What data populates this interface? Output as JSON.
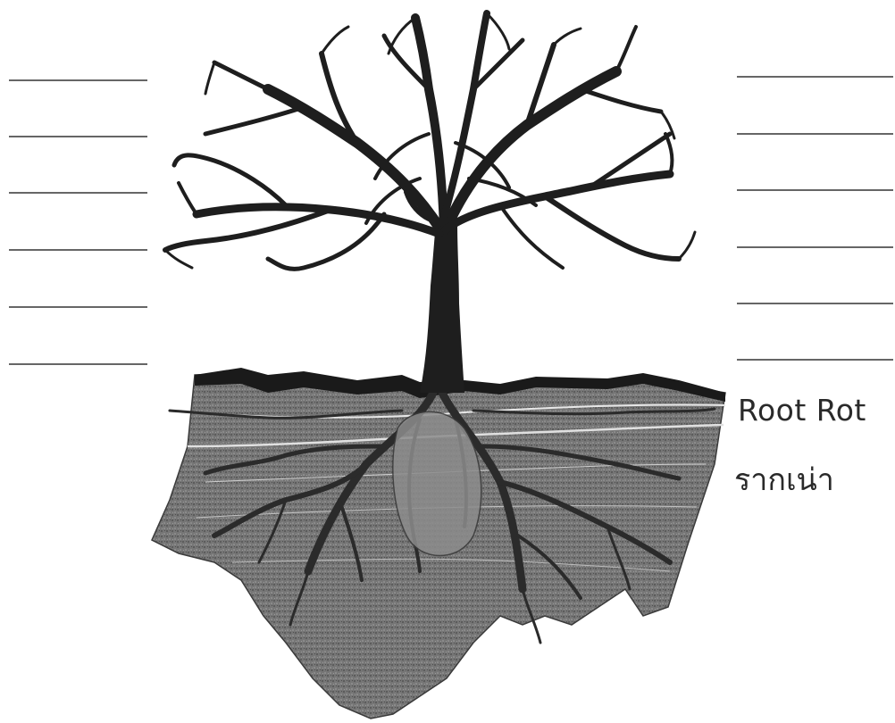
{
  "diagram": {
    "left_blank_count": 6,
    "right_blank_count": 6
  },
  "labels": {
    "root_rot_en": "Root  Rot",
    "root_rot_th": "รากเน่า"
  },
  "colors": {
    "tree": "#1e1e1e",
    "soil": "#6f6f6f",
    "soil_dark": "#4a4a4a",
    "roots": "#2a2a2a",
    "lines": "#333333"
  }
}
